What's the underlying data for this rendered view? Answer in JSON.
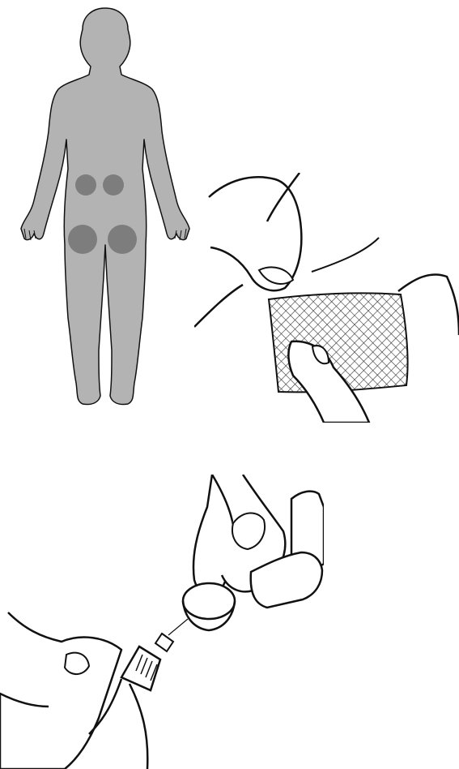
{
  "colors": {
    "body_fill": "#b3b3b3",
    "injection_site": "#7d7d7d",
    "outline": "#111111",
    "pad_hatch": "#333333",
    "background": "#ffffff"
  },
  "panels": [
    {
      "icon": "body-injection-sites-icon"
    },
    {
      "icon": "pinch-skin-with-pad-icon"
    },
    {
      "icon": "remove-needle-cap-icon"
    }
  ],
  "injection_sites": {
    "count": 4,
    "locations": [
      "left-lower-back",
      "right-lower-back",
      "left-buttock",
      "right-buttock"
    ]
  }
}
